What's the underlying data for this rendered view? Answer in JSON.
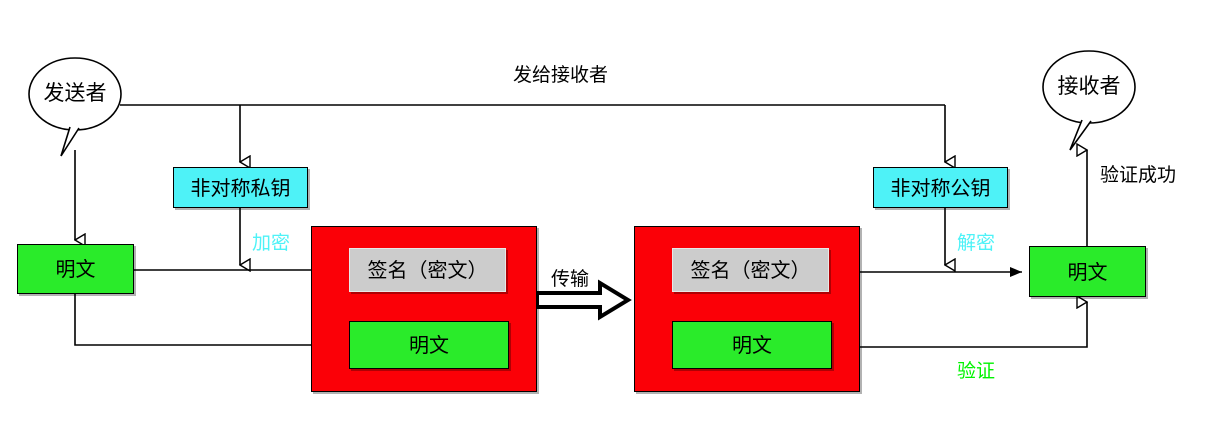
{
  "diagram": {
    "title_label": "发给接收者",
    "actors": {
      "sender": "发送者",
      "receiver": "接收者"
    },
    "keys": {
      "private_key": "非对称私钥",
      "public_key": "非对称公钥"
    },
    "payload_left": {
      "signature": "签名（密文）",
      "plaintext": "明文"
    },
    "payload_right": {
      "signature": "签名（密文）",
      "plaintext": "明文"
    },
    "plaintext_source": "明文",
    "plaintext_result": "明文",
    "edge_labels": {
      "encrypt": "加密",
      "decrypt": "解密",
      "transmit": "传输",
      "verify": "验证",
      "verify_success": "验证成功"
    },
    "colors": {
      "plaintext_green": "#2aeb2a",
      "key_cyan": "#4ef2f7",
      "envelope_red": "#fb0007",
      "signature_gray": "#cccccc",
      "verify_label_green": "#00f300",
      "stroke_black": "#000000"
    }
  }
}
